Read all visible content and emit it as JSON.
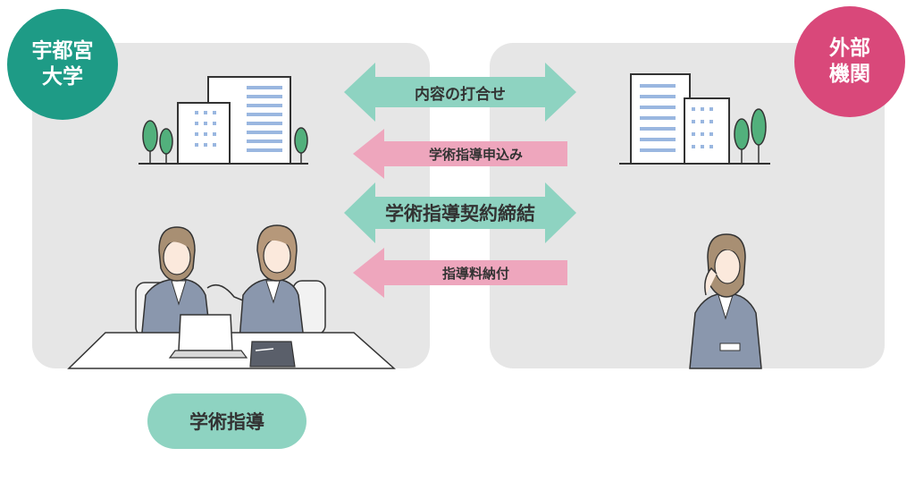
{
  "badges": {
    "university": "宇都宮\n大学",
    "external": "外部\n機関"
  },
  "flows": [
    {
      "label": "内容の打合せ",
      "direction": "both",
      "color": "#8ed3c1"
    },
    {
      "label": "学術指導申込み",
      "direction": "left",
      "color": "#eea6bd"
    },
    {
      "label": "学術指導契約締結",
      "direction": "both",
      "color": "#8ed3c1"
    },
    {
      "label": "指導料納付",
      "direction": "left",
      "color": "#eea6bd"
    }
  ],
  "caption": "学術指導",
  "colors": {
    "teal": "#1e9b86",
    "pink": "#d9487a",
    "panel": "#e6e6e6"
  }
}
